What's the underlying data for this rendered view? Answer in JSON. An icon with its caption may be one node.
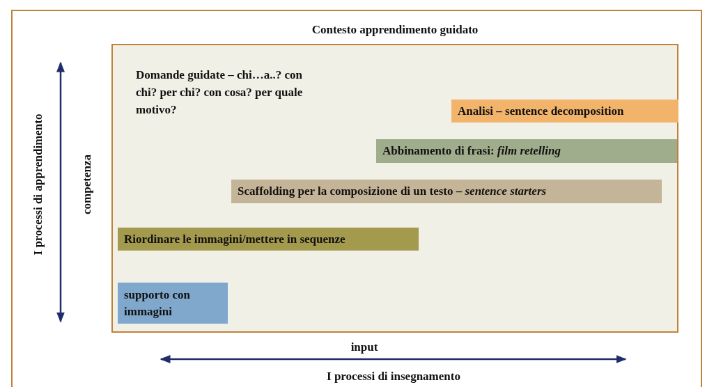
{
  "diagram": {
    "nodes": [
      {
        "text": [
          "Contesto apprendimento guidato"
        ]
      },
      {
        "text": [
          "Analisi – sentence decomposition"
        ],
        "in": 0
      },
      {
        "text": [
          "Abbinamento di frasi: *film retelling*"
        ],
        "in": 0
      },
      {
        "text": [
          "Scaffolding per la composizione di un testo – *sentence starters*"
        ],
        "in": 0
      },
      {
        "text": [
          "Riordinare le immagini/mettere in sequenze"
        ],
        "in": 0
      },
      {
        "text": [
          "supporto con immagini"
        ],
        "in": 0
      }
    ],
    "edges": [],
    "labels": [
      "Domande guidate – chi…a..? con chi? per chi? con cosa? per quale motivo?",
      "I processi di apprendimento",
      "competenza",
      "input",
      "I processi di insegnamento"
    ]
  }
}
